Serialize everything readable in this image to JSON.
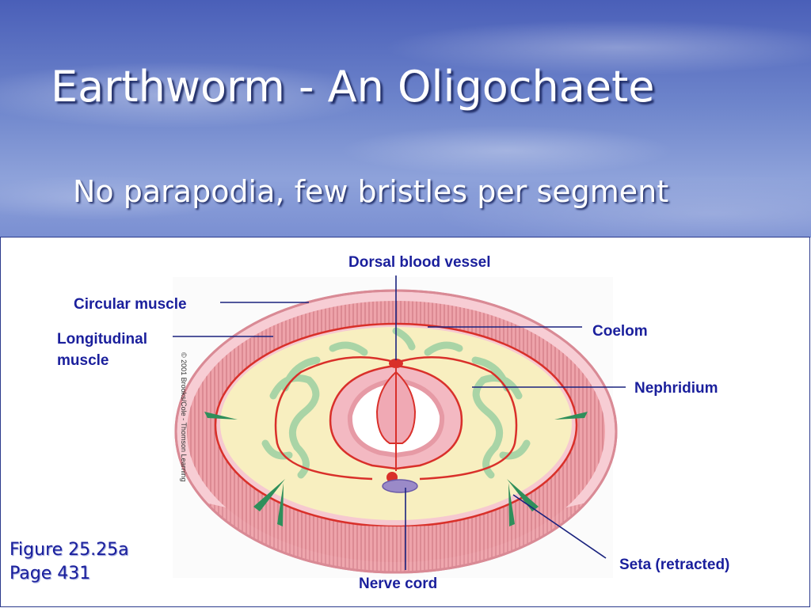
{
  "slide": {
    "title": "Earthworm - An Oligochaete",
    "subtitle": "No parapodia, few bristles per segment"
  },
  "diagram": {
    "labels": {
      "dorsal_blood_vessel": "Dorsal blood vessel",
      "circular_muscle": "Circular muscle",
      "longitudinal_muscle_line1": "Longitudinal",
      "longitudinal_muscle_line2": "muscle",
      "coelom": "Coelom",
      "nephridium": "Nephridium",
      "seta": "Seta (retracted)",
      "nerve_cord": "Nerve cord"
    },
    "copyright": "© 2001 Brooks/Cole - Thomson Learning"
  },
  "figure_reference": {
    "line1": "Figure 25.25a",
    "line2": "Page 431"
  },
  "colors": {
    "title_text": "#ffffff",
    "label_text": "#1a1f9c",
    "leader_lines": "#1a237e",
    "panel_border": "#2b3a8c",
    "muscle": "#e8909a",
    "coelom": "#f8efc0",
    "nephridium": "#bfe0b8",
    "blood_vessel": "#d9302a",
    "nerve_cord": "#9a8ac8"
  }
}
